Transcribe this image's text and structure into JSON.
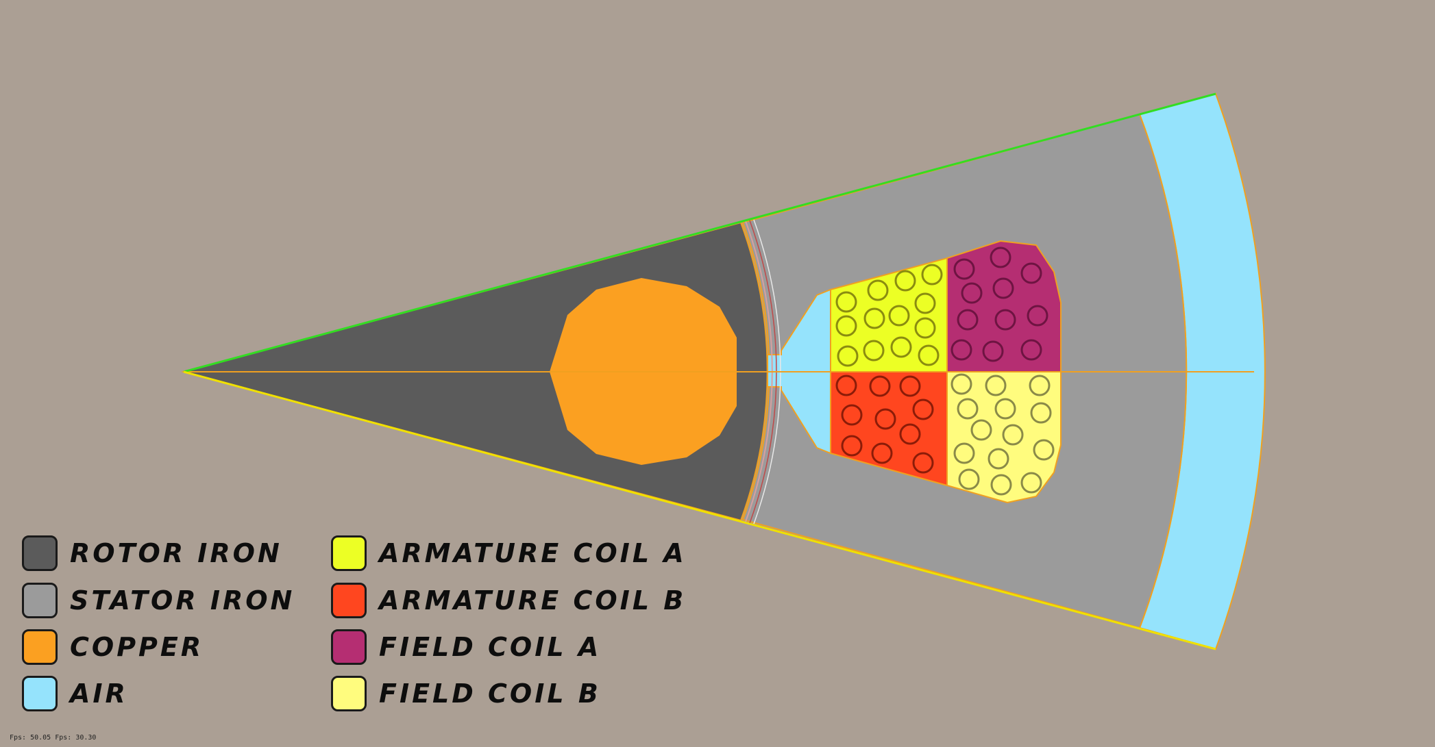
{
  "legend": {
    "items": [
      {
        "key": "rotor_iron",
        "label": "ROTOR IRON",
        "color": "#5b5b5b"
      },
      {
        "key": "stator_iron",
        "label": "STATOR IRON",
        "color": "#9b9b9b"
      },
      {
        "key": "copper",
        "label": "COPPER",
        "color": "#fba021"
      },
      {
        "key": "air",
        "label": "AIR",
        "color": "#95e3fc"
      },
      {
        "key": "armature_coil_a",
        "label": "ARMATURE COIL A",
        "color": "#ecff25"
      },
      {
        "key": "armature_coil_b",
        "label": "ARMATURE COIL B",
        "color": "#ff461f"
      },
      {
        "key": "field_coil_a",
        "label": "FIELD COIL A",
        "color": "#b52e72"
      },
      {
        "key": "field_coil_b",
        "label": "FIELD COIL B",
        "color": "#fffc7e"
      }
    ]
  },
  "status": {
    "text": "Fps: 50.05 Fps: 30.30"
  },
  "colors": {
    "background": "#ab9f94",
    "outline_top": "#33dd22",
    "outline_bottom": "#f0e000",
    "boundary": "#f0a020"
  }
}
